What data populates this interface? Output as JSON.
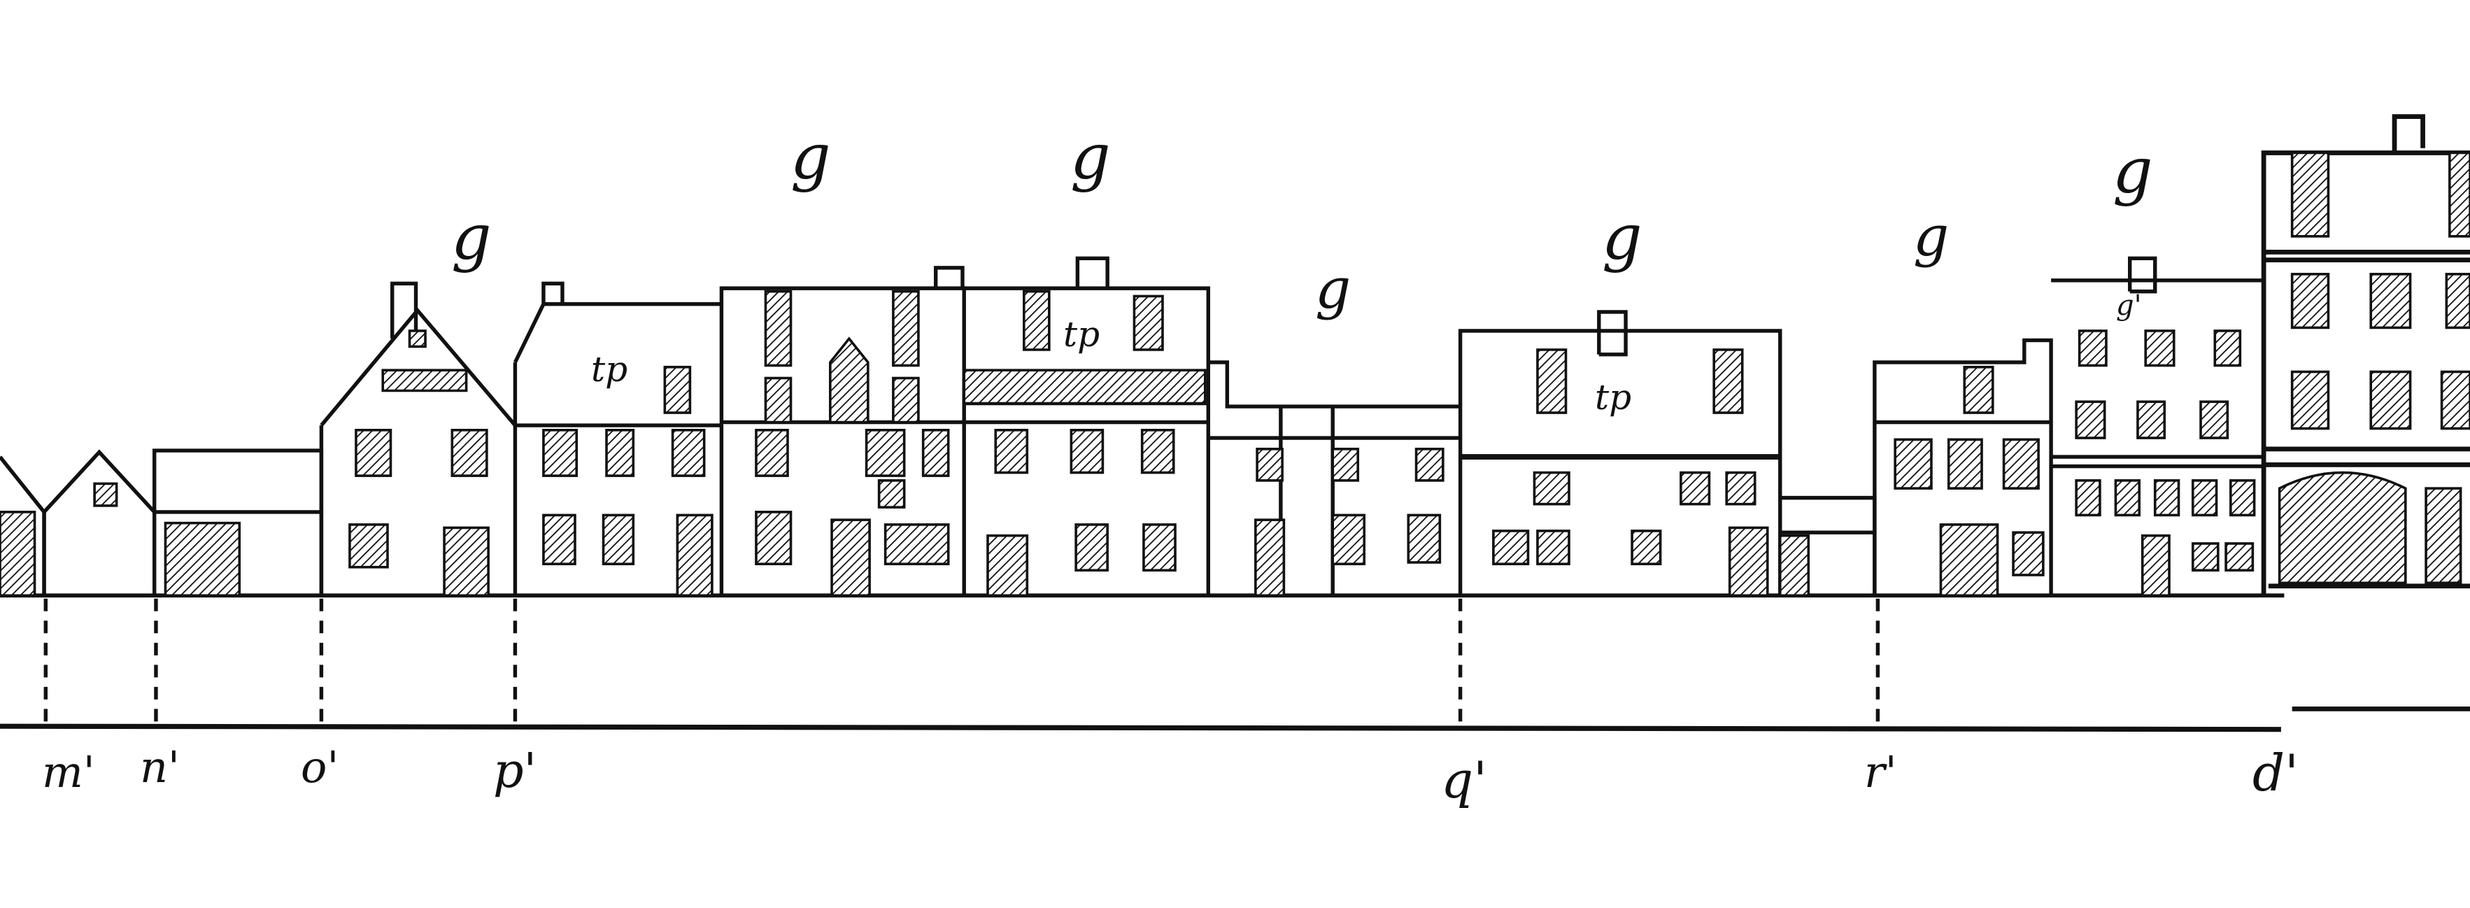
{
  "drawing": {
    "type": "street elevation of building facades",
    "baseline_labels": [
      "m'",
      "n'",
      "o'",
      "p'",
      "q'",
      "r'",
      "d'"
    ],
    "building_marks": [
      "g",
      "g",
      "g",
      "g",
      "g",
      "g",
      "g"
    ],
    "facade_marks": [
      "tp",
      "tp",
      "tp",
      "g'"
    ],
    "colors": {
      "ink": "#111111",
      "paper": "#ffffff"
    }
  }
}
